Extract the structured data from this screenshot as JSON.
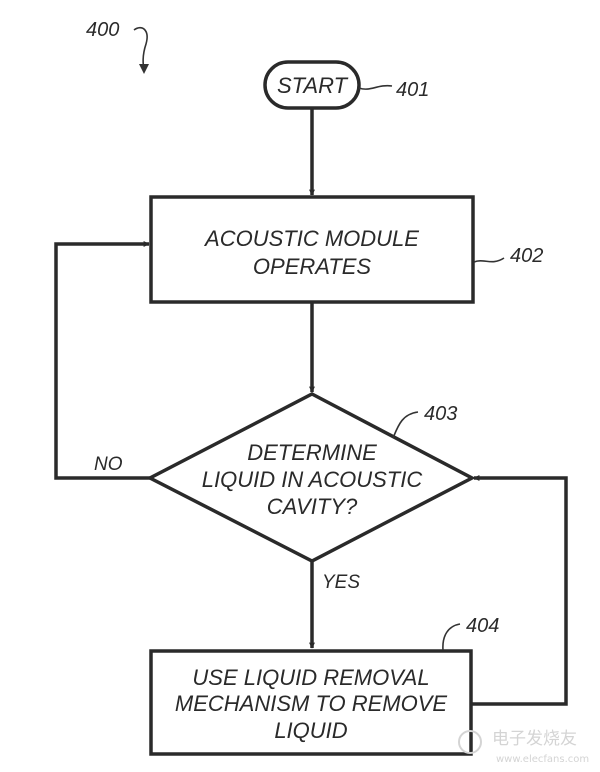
{
  "figure": {
    "reference": "400"
  },
  "nodes": {
    "start": {
      "ref": "401",
      "lines": [
        "START"
      ]
    },
    "acoustic_module": {
      "ref": "402",
      "lines": [
        "ACOUSTIC MODULE",
        "OPERATES"
      ]
    },
    "decision": {
      "ref": "403",
      "lines": [
        "DETERMINE",
        "LIQUID IN ACOUSTIC",
        "CAVITY?"
      ]
    },
    "removal": {
      "ref": "404",
      "lines": [
        "USE LIQUID REMOVAL",
        "MECHANISM TO REMOVE",
        "LIQUID"
      ]
    }
  },
  "edges": {
    "no_label": "NO",
    "yes_label": "YES"
  },
  "watermark": {
    "title": "电子发烧友",
    "url": "www.elecfans.com"
  }
}
